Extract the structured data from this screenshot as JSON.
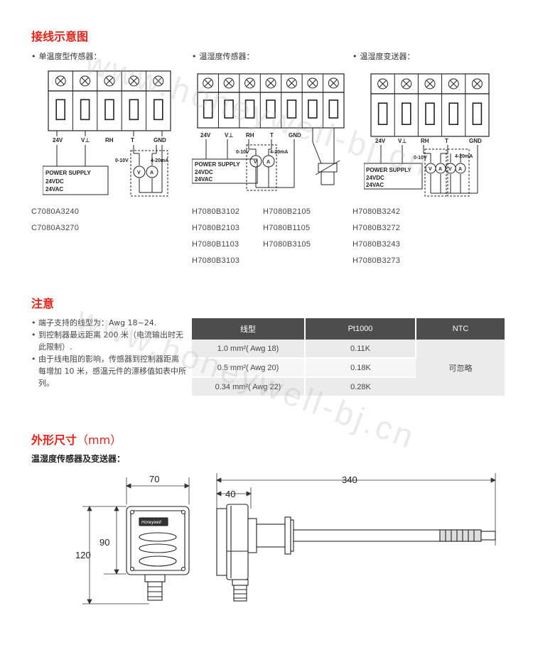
{
  "wiring": {
    "title": "接线示意图",
    "columns": [
      {
        "label": "单温度型传感器：",
        "terminals": [
          "24V",
          "V⊥",
          "RH",
          "T",
          "GND"
        ],
        "meter_labels": [
          "0-10V",
          "4-20mA"
        ],
        "meter_symbols": [
          "V",
          "A"
        ],
        "power": [
          "POWER SUPPLY",
          "24VDC",
          "24VAC"
        ],
        "models": [
          "C7080A3240",
          "C7080A3270"
        ]
      },
      {
        "label": "温湿度传感器：",
        "terminals": [
          "24V",
          "V⊥",
          "RH",
          "T",
          "GND"
        ],
        "meter_labels": [
          "0-10V",
          "4-20mA"
        ],
        "meter_symbols": [
          "V",
          "A"
        ],
        "power": [
          "POWER SUPPLY",
          "24VDC",
          "24VAC"
        ],
        "models_left": [
          "H7080B3102",
          "H7080B2103",
          "H7080B1103",
          "H7080B3103"
        ],
        "models_right": [
          "H7080B2105",
          "H7080B1105",
          "H7080B3105"
        ]
      },
      {
        "label": "温湿度变送器：",
        "terminals": [
          "24V",
          "V⊥",
          "RH",
          "T",
          "GND"
        ],
        "meter_labels": [
          "0-10V",
          "4-20mA"
        ],
        "meter_symbols": [
          "V",
          "A",
          "V",
          "A"
        ],
        "power": [
          "POWER SUPPLY",
          "24VDC",
          "24VAC"
        ],
        "models": [
          "H7080B3242",
          "H7080B3272",
          "H7080B3243",
          "H7080B3273"
        ]
      }
    ]
  },
  "notes": {
    "title": "注意",
    "items": [
      "端子支持的线型为：Awg 18~24.",
      "到控制器最远距离 200 米（电流输出时无此限制）.",
      "由于线电阻的影响，传感器到控制器距离每增加 10 米，感温元件的漂移值如表中所列。"
    ],
    "table": {
      "headers": [
        "线型",
        "Pt1000",
        "NTC"
      ],
      "rows": [
        [
          "1.0 mm²( Awg 18)",
          "0.11K"
        ],
        [
          "0.5 mm²( Awg 20)",
          "0.18K"
        ],
        [
          "0.34 mm²( Awg 22)",
          "0.28K"
        ]
      ],
      "ntc_value": "可忽略"
    }
  },
  "dimensions": {
    "title": "外形尺寸",
    "unit": "（mm）",
    "subtitle": "温湿度传感器及变送器：",
    "front": {
      "width": "70",
      "inner_height": "90",
      "height": "120",
      "brand": "Honeywell"
    },
    "side": {
      "depth": "40",
      "length": "340"
    }
  },
  "watermark": "www.honeywell-bj.cn"
}
